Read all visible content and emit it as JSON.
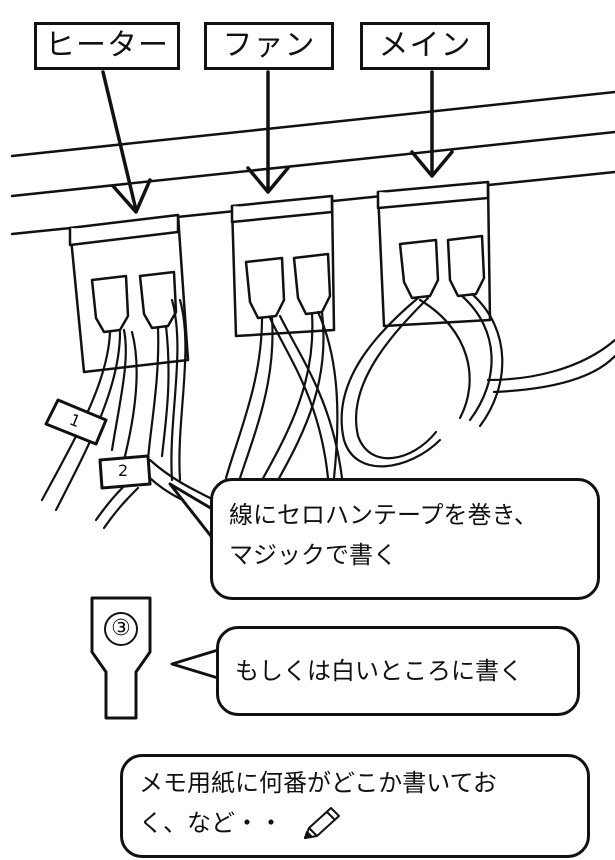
{
  "labels": {
    "heater": "ヒーター",
    "fan": "ファン",
    "main": "メイン"
  },
  "wire_tags": {
    "tag1": "1",
    "tag2": "2"
  },
  "terminal_tag": "③",
  "bubbles": {
    "tape": {
      "line1": "線にセロハンテープを巻き、",
      "line2": "マジックで書く"
    },
    "white_part": "もしくは白いところに書く",
    "memo": {
      "line1": "メモ用紙に何番がどこか書いてお",
      "line2": "く、など・・"
    }
  },
  "icons": {
    "pencil": "pencil-icon"
  },
  "colors": {
    "ink": "#111111",
    "paper": "#ffffff"
  }
}
